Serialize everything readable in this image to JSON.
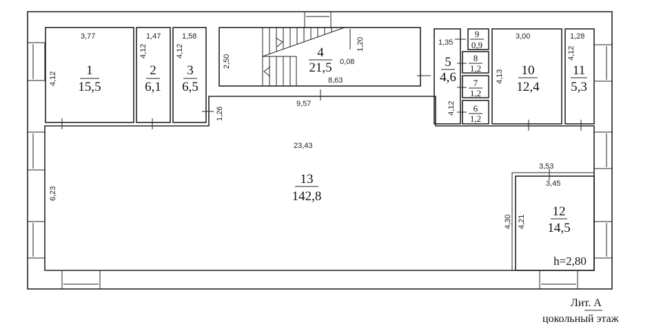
{
  "title": "Лит. А",
  "subtitle": "цокольный этаж",
  "height_note": "h=2,80",
  "rooms": [
    {
      "no": "1",
      "area": "15,5"
    },
    {
      "no": "2",
      "area": "6,1"
    },
    {
      "no": "3",
      "area": "6,5"
    },
    {
      "no": "4",
      "area": "21,5"
    },
    {
      "no": "5",
      "area": "4,6"
    },
    {
      "no": "6",
      "area": "1,2"
    },
    {
      "no": "7",
      "area": "1,2"
    },
    {
      "no": "8",
      "area": "1,2"
    },
    {
      "no": "9",
      "area": "0,9"
    },
    {
      "no": "10",
      "area": "12,4"
    },
    {
      "no": "11",
      "area": "5,3"
    },
    {
      "no": "12",
      "area": "14,5"
    },
    {
      "no": "13",
      "area": "142,8"
    }
  ],
  "dims": {
    "r1w": "3,77",
    "r1h": "4,12",
    "r2w": "1,47",
    "r2h": "4,12",
    "r3w": "1,58",
    "r3h": "4,12",
    "r4h": "2,50",
    "r4a": "1,20",
    "r4b": "0,08",
    "r4w": "8,63",
    "c957": "9,57",
    "c126": "1,26",
    "r5w": "1,35",
    "r5h": "4,12",
    "r10w": "3,00",
    "r10h": "4,13",
    "r11w": "1,28",
    "r11h": "4,12",
    "r13w": "23,43",
    "r13h": "6,23",
    "r12o": "3,53",
    "r12w": "3,45",
    "r12oh": "4,30",
    "r12h": "4,21"
  }
}
